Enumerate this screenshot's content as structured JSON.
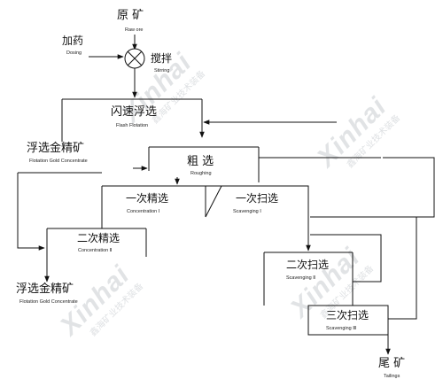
{
  "brand": {
    "watermark": "Xinhai",
    "watermark_cn": "鑫海矿业技术装备"
  },
  "nodes": {
    "raw_ore": {
      "cn": "原 矿",
      "en": "Raw ore"
    },
    "dosing": {
      "cn": "加药",
      "en": "Dosing"
    },
    "stirring": {
      "cn": "搅拌",
      "en": "Stirring"
    },
    "flash_flotation": {
      "cn": "闪速浮选",
      "en": "Flash Flotation"
    },
    "gold_concentrate_top": {
      "cn": "浮选金精矿",
      "en": "Flotation Gold Concentrate"
    },
    "roughing": {
      "cn": "粗 选",
      "en": "Roughing"
    },
    "concentration_1": {
      "cn": "一次精选",
      "en": "Concentration Ⅰ"
    },
    "scavenging_1": {
      "cn": "一次扫选",
      "en": "Scavenging Ⅰ"
    },
    "concentration_2": {
      "cn": "二次精选",
      "en": "Concentration Ⅱ"
    },
    "gold_concentrate_bottom": {
      "cn": "浮选金精矿",
      "en": "Flotation Gold Concentrate"
    },
    "scavenging_2": {
      "cn": "二次扫选",
      "en": "Scavenging Ⅱ"
    },
    "scavenging_3": {
      "cn": "三次扫选",
      "en": "Scavenging Ⅲ"
    },
    "tailings": {
      "cn": "尾 矿",
      "en": "Tailings"
    }
  }
}
